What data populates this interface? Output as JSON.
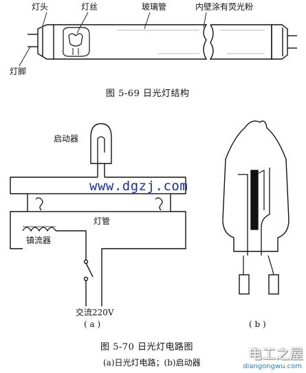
{
  "fig69": {
    "labels": {
      "lamp_cap": "灯头",
      "filament": "灯丝",
      "glass_tube": "玻璃管",
      "phosphor": "内壁涂有荧光粉",
      "pins": "灯脚"
    },
    "caption": "图 5-69    日光灯结构"
  },
  "fig70": {
    "labels": {
      "starter": "启动器",
      "tube": "灯管",
      "ballast": "镇流器",
      "ac": "交流220V"
    },
    "panel_a": "( a )",
    "panel_b": "( b )",
    "caption": "图 5-70    日光灯电路图",
    "subcaption": "(a)日光灯电路；(b)启动器"
  },
  "watermark": {
    "url": "www.dgzj.com",
    "site_name": "电工之屋",
    "site_url": "diangongwu.com"
  }
}
